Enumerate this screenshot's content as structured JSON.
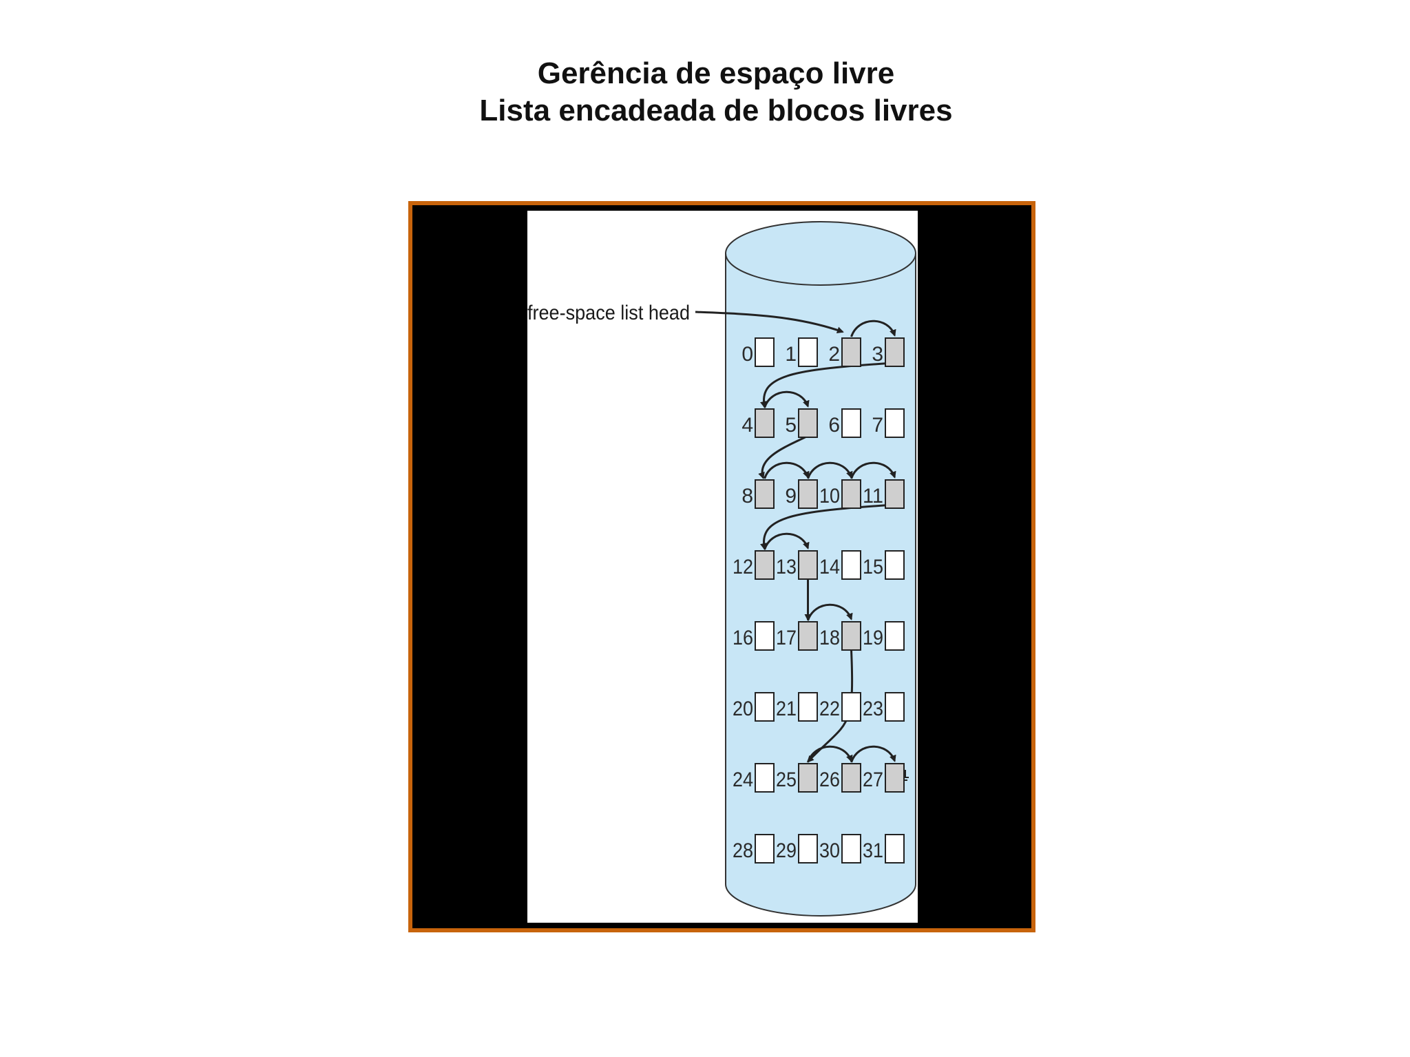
{
  "slide": {
    "title_line1": "Gerência de espaço livre",
    "title_line2": "Lista encadeada de blocos livres"
  },
  "diagram": {
    "head_label": "free-space list head",
    "blocks": [
      {
        "n": "0",
        "free": false
      },
      {
        "n": "1",
        "free": false
      },
      {
        "n": "2",
        "free": true
      },
      {
        "n": "3",
        "free": true
      },
      {
        "n": "4",
        "free": true
      },
      {
        "n": "5",
        "free": true
      },
      {
        "n": "6",
        "free": false
      },
      {
        "n": "7",
        "free": false
      },
      {
        "n": "8",
        "free": true
      },
      {
        "n": "9",
        "free": true
      },
      {
        "n": "10",
        "free": true
      },
      {
        "n": "11",
        "free": true
      },
      {
        "n": "12",
        "free": true
      },
      {
        "n": "13",
        "free": true
      },
      {
        "n": "14",
        "free": false
      },
      {
        "n": "15",
        "free": false
      },
      {
        "n": "16",
        "free": false
      },
      {
        "n": "17",
        "free": true
      },
      {
        "n": "18",
        "free": true
      },
      {
        "n": "19",
        "free": false
      },
      {
        "n": "20",
        "free": false
      },
      {
        "n": "21",
        "free": false
      },
      {
        "n": "22",
        "free": false
      },
      {
        "n": "23",
        "free": false
      },
      {
        "n": "24",
        "free": false
      },
      {
        "n": "25",
        "free": true
      },
      {
        "n": "26",
        "free": true
      },
      {
        "n": "27",
        "free": true
      },
      {
        "n": "28",
        "free": false
      },
      {
        "n": "29",
        "free": false
      },
      {
        "n": "30",
        "free": false
      },
      {
        "n": "31",
        "free": false
      }
    ],
    "links": [
      [
        2,
        3
      ],
      [
        3,
        4
      ],
      [
        4,
        5
      ],
      [
        5,
        8
      ],
      [
        8,
        9
      ],
      [
        9,
        10
      ],
      [
        10,
        11
      ],
      [
        11,
        12
      ],
      [
        12,
        13
      ],
      [
        13,
        17
      ],
      [
        17,
        18
      ],
      [
        18,
        25
      ],
      [
        25,
        26
      ],
      [
        26,
        27
      ]
    ],
    "colors": {
      "frame_border": "#c8640c",
      "cylinder_fill": "#c8e6f6",
      "free_block": "#cfcfcf",
      "used_block": "#ffffff"
    }
  }
}
